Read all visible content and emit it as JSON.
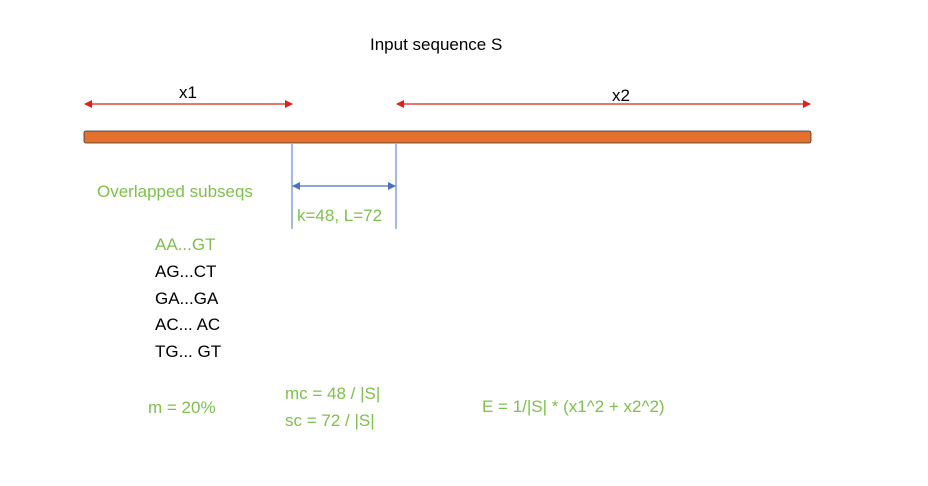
{
  "title": "Input sequence S",
  "segments": {
    "x1": "x1",
    "x2": "x2"
  },
  "overlap": {
    "heading": "Overlapped subseqs",
    "params": "k=48, L=72"
  },
  "subseqs": [
    "AA...GT",
    "AG...CT",
    "GA...GA",
    "AC... AC",
    "TG... GT"
  ],
  "formulas": {
    "m": "m = 20%",
    "mc": "mc = 48 / |S|",
    "sc": "sc = 72 / |S|",
    "E": "E = 1/|S| * (x1^2 + x2^2)"
  },
  "colors": {
    "sequence_bar": "#e3702c",
    "segment_arrows": "#e0201b",
    "overlap_markers": "#4a72c4",
    "accent_text": "#7dc04b"
  }
}
